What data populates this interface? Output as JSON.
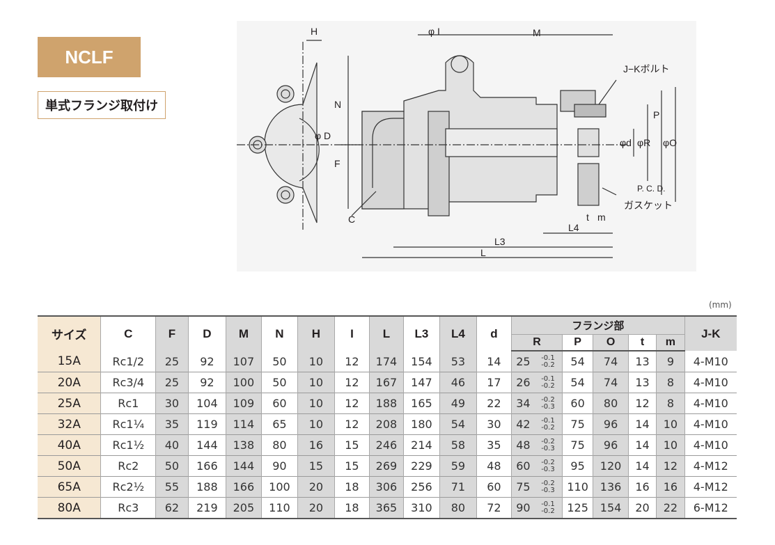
{
  "badge": "NCLF",
  "subtitle": "単式フランジ取付け",
  "unit": "(mm)",
  "drawing": {
    "labels": {
      "H": "H",
      "phiI": "φ I",
      "M": "M",
      "jk": "J−Kボルト",
      "N": "N",
      "phiD": "φ D",
      "F": "F",
      "phid": "φd",
      "phiR": "φR",
      "pcd": "P. C. D.",
      "P": "P",
      "phiO": "φO",
      "gasket": "ガスケット",
      "C": "C",
      "t": "t",
      "m": "m",
      "L4": "L4",
      "L3": "L3",
      "L": "L"
    }
  },
  "table": {
    "headers": {
      "size": "サイズ",
      "c": "C",
      "f": "F",
      "d": "D",
      "m": "M",
      "n": "N",
      "h": "H",
      "i": "I",
      "l": "L",
      "l3": "L3",
      "l4": "L4",
      "dd": "d",
      "flange": "フランジ部",
      "r": "R",
      "p": "P",
      "o": "O",
      "t": "t",
      "mm": "m",
      "jk": "J-K"
    },
    "rows": [
      {
        "size": "15A",
        "c": "Rc1/2",
        "f": "25",
        "d": "92",
        "m": "107",
        "n": "50",
        "h": "10",
        "i": "12",
        "l": "174",
        "l3": "154",
        "l4": "53",
        "dd": "14",
        "r": "25",
        "rt1": "-0.1",
        "rt2": "-0.2",
        "p": "54",
        "o": "74",
        "t": "13",
        "mm": "9",
        "jk": "4-M10"
      },
      {
        "size": "20A",
        "c": "Rc3/4",
        "f": "25",
        "d": "92",
        "m": "100",
        "n": "50",
        "h": "10",
        "i": "12",
        "l": "167",
        "l3": "147",
        "l4": "46",
        "dd": "17",
        "r": "26",
        "rt1": "-0.1",
        "rt2": "-0.2",
        "p": "54",
        "o": "74",
        "t": "13",
        "mm": "8",
        "jk": "4-M10"
      },
      {
        "size": "25A",
        "c": "Rc1",
        "f": "30",
        "d": "104",
        "m": "109",
        "n": "60",
        "h": "10",
        "i": "12",
        "l": "188",
        "l3": "165",
        "l4": "49",
        "dd": "22",
        "r": "34",
        "rt1": "-0.2",
        "rt2": "-0.3",
        "p": "60",
        "o": "80",
        "t": "12",
        "mm": "8",
        "jk": "4-M10"
      },
      {
        "size": "32A",
        "c": "Rc1¼",
        "f": "35",
        "d": "119",
        "m": "114",
        "n": "65",
        "h": "10",
        "i": "12",
        "l": "208",
        "l3": "180",
        "l4": "54",
        "dd": "30",
        "r": "42",
        "rt1": "-0.1",
        "rt2": "-0.2",
        "p": "75",
        "o": "96",
        "t": "14",
        "mm": "10",
        "jk": "4-M10"
      },
      {
        "size": "40A",
        "c": "Rc1½",
        "f": "40",
        "d": "144",
        "m": "138",
        "n": "80",
        "h": "16",
        "i": "15",
        "l": "246",
        "l3": "214",
        "l4": "58",
        "dd": "35",
        "r": "48",
        "rt1": "-0.2",
        "rt2": "-0.3",
        "p": "75",
        "o": "96",
        "t": "14",
        "mm": "10",
        "jk": "4-M10"
      },
      {
        "size": "50A",
        "c": "Rc2",
        "f": "50",
        "d": "166",
        "m": "144",
        "n": "90",
        "h": "15",
        "i": "15",
        "l": "269",
        "l3": "229",
        "l4": "59",
        "dd": "48",
        "r": "60",
        "rt1": "-0.2",
        "rt2": "-0.3",
        "p": "95",
        "o": "120",
        "t": "14",
        "mm": "12",
        "jk": "4-M12"
      },
      {
        "size": "65A",
        "c": "Rc2½",
        "f": "55",
        "d": "188",
        "m": "166",
        "n": "100",
        "h": "20",
        "i": "18",
        "l": "306",
        "l3": "256",
        "l4": "71",
        "dd": "60",
        "r": "75",
        "rt1": "-0.2",
        "rt2": "-0.3",
        "p": "110",
        "o": "136",
        "t": "16",
        "mm": "16",
        "jk": "4-M12"
      },
      {
        "size": "80A",
        "c": "Rc3",
        "f": "62",
        "d": "219",
        "m": "205",
        "n": "110",
        "h": "20",
        "i": "18",
        "l": "365",
        "l3": "310",
        "l4": "80",
        "dd": "72",
        "r": "90",
        "rt1": "-0.1",
        "rt2": "-0.2",
        "p": "125",
        "o": "154",
        "t": "20",
        "mm": "22",
        "jk": "6-M12"
      }
    ]
  }
}
